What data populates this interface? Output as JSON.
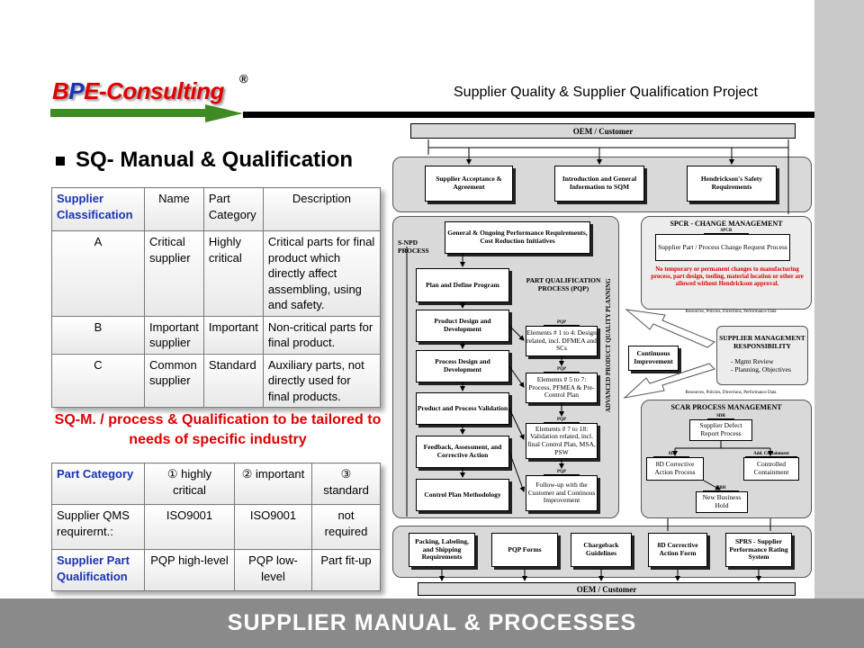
{
  "header": {
    "logo_b": "B",
    "logo_p": "P",
    "logo_e": "E",
    "logo_rest": "-Consulting",
    "logo_reg": "®",
    "project_title": "Supplier Quality & Supplier Qualification Project"
  },
  "slide_title": "SQ- Manual & Qualification",
  "classification_table": {
    "headers": [
      "Supplier Classification",
      "Name",
      "Part Category",
      "Description"
    ],
    "rows": [
      [
        "A",
        "Critical supplier",
        "Highly critical",
        "Critical parts for final product which directly affect assembling, using and safety."
      ],
      [
        "B",
        "Important supplier",
        "Important",
        "Non-critical parts for final product."
      ],
      [
        "C",
        "Common supplier",
        "Standard",
        "Auxiliary parts, not directly used for final products."
      ]
    ]
  },
  "tailor_text": "SQ-M. / process & Qualification to be tailored to needs of specific industry",
  "category_table": {
    "headers": [
      "Part Category",
      "① highly critical",
      "② important",
      "③ standard"
    ],
    "rows": [
      [
        "Supplier QMS requirernt.:",
        "ISO9001",
        "ISO9001",
        "not required"
      ],
      [
        "Supplier Part Qualification",
        "PQP high-level",
        "PQP low-level",
        "Part fit-up"
      ]
    ]
  },
  "diagram": {
    "oem_top": "OEM / Customer",
    "oem_bottom": "OEM / Customer",
    "top_boxes": [
      "Supplier Acceptance & Agreement",
      "Introduction and General Information to SQM",
      "Hendrickson's Safety Requirements"
    ],
    "snpd_label": "S-NPD PROCESS",
    "general_box": "General & Ongoing Performance Requirements, Cost Reduction Initiatives",
    "left_steps": [
      "Plan and Define Program",
      "Product Design and Development",
      "Process Design and Development",
      "Product and Process Validation",
      "Feedback, Assessment, and Corrective Action",
      "Control Plan Methodology"
    ],
    "pqp_title": "PART QUALIFICATION PROCESS (PQP)",
    "pqp_tag": "PQP",
    "pqp_boxes": [
      "Elements # 1 to 4: Design related, incl. DFMEA and SCs",
      "Elements # 5 to 7: Process, PFMEA & Pre-Control Plan",
      "Elements # 7 to 18: Validation related, incl. final Control Plan, MSA, PSW",
      "Follow-up with the Customer and Continous Improvement"
    ],
    "apqp_label": "ADVANCED PRODUCT QUALITY PLANNING",
    "spcr_title": "SPCR - CHANGE MANAGEMENT",
    "spcr_tag": "SPCR",
    "spcr_box": "Supplier Part / Process Change Request Process",
    "spcr_note": "No temporary or permanent changes to manufacturing process, part design, tooling, material location or other are allowed without Hendrickson approval.",
    "resources_1": "Resources, Policies, Directions, Performance Data",
    "resources_2": "Resources, Policies, Directions, Performance Data",
    "continuous": "Continuous Improvement",
    "smr_title": "SUPPLIER MANAGEMENT RESPONSIBILITY",
    "smr_items": [
      "- Mgmt Review",
      "- Planning, Objectives"
    ],
    "scar_title": "SCAR PROCESS MANAGEMENT",
    "sdr_tag": "SDR",
    "sdr_box": "Supplier Defect Report Process",
    "sd8_tag": "8D",
    "sd8_box": "8D Corrective Action Process",
    "containment_tag": "Add. Containment",
    "containment_box": "Controlled Containment",
    "nbh_tag": "NBH",
    "nbh_box": "New Business Hold",
    "bottom_boxes": [
      "Packing, Labeling, and Shipping Requirements",
      "PQP Forms",
      "Chargeback Guidelines",
      "8D Corrective Action Form",
      "SPRS - Supplier Performance Rating System"
    ]
  },
  "footer": "SUPPLIER MANUAL & PROCESSES",
  "colors": {
    "accent_red": "#e00000",
    "accent_blue": "#1a33b5",
    "footer_gray": "#8a8a8a"
  }
}
